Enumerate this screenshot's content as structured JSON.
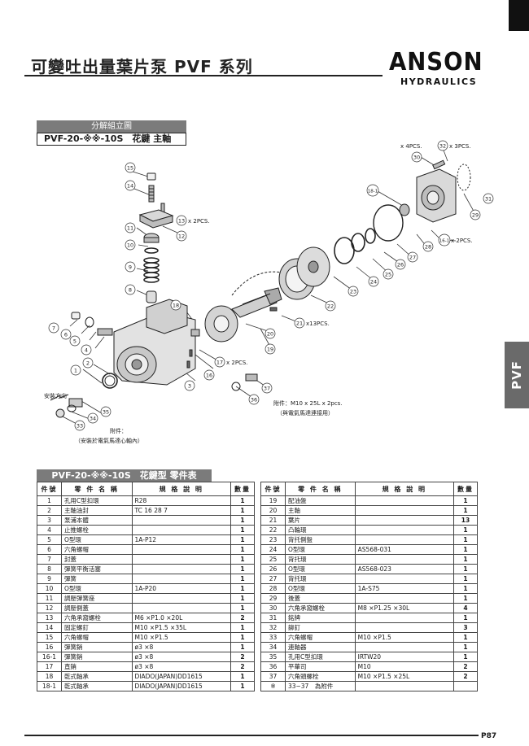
{
  "header": {
    "title": "可變吐出量葉片泵 PVF 系列",
    "brand": "ANSON",
    "brand_sub": "HYDRAULICS"
  },
  "side_tab": "PVF",
  "exploded": {
    "section_label": "分解組立圖",
    "model_label": "PVF-20-※※-10S　花鍵 主軸",
    "callouts": {
      "qty_4pcs": "x 4PCS.",
      "qty_3pcs": "x 3PCS.",
      "qty_2pcs_a": "x 2PCS.",
      "qty_2pcs_b": "x 2PCS.",
      "qty_2pcs_c": "x 2PCS.",
      "qty_13pcs": "x13PCS.",
      "install_dir": "安裝方向",
      "accessory_a": "附件：M10 x 25L x 2pcs.",
      "accessory_a_note": "（與電氣馬達連接用）",
      "accessory_b": "附件：",
      "accessory_b_note": "（安裝於電氣馬達心軸內）"
    },
    "numbers": [
      "15",
      "14",
      "13",
      "12",
      "11",
      "10",
      "9",
      "8",
      "18",
      "7",
      "6",
      "5",
      "4",
      "3",
      "2",
      "1",
      "16",
      "17",
      "19",
      "20",
      "21",
      "22",
      "23",
      "24",
      "25",
      "26",
      "27",
      "28",
      "29",
      "30",
      "31",
      "32",
      "16-1",
      "18-1",
      "35",
      "34",
      "33",
      "36",
      "37"
    ]
  },
  "table": {
    "label": "PVF-20-※※-10S　花鍵型 零件表",
    "headers": [
      "件號",
      "零 件 名 稱",
      "規 格 說 明",
      "數量"
    ],
    "left": [
      [
        "1",
        "孔用C型扣環",
        "R28",
        "1"
      ],
      [
        "2",
        "主軸油封",
        "TC 16 28 7",
        "1"
      ],
      [
        "3",
        "泵浦本體",
        "",
        "1"
      ],
      [
        "4",
        "止推螺栓",
        "",
        "1"
      ],
      [
        "5",
        "O型環",
        "1A-P12",
        "1"
      ],
      [
        "6",
        "六角螺帽",
        "",
        "1"
      ],
      [
        "7",
        "封蓋",
        "",
        "1"
      ],
      [
        "8",
        "彈簧平衡活塞",
        "",
        "1"
      ],
      [
        "9",
        "彈簧",
        "",
        "1"
      ],
      [
        "10",
        "O型環",
        "1A-P20",
        "1"
      ],
      [
        "11",
        "調壓彈簧座",
        "",
        "1"
      ],
      [
        "12",
        "調壓側蓋",
        "",
        "1"
      ],
      [
        "13",
        "六角承窩螺栓",
        "M6 ×P1.0 ×20L",
        "2"
      ],
      [
        "14",
        "固定螺釘",
        "M10 ×P1.5 ×35L",
        "1"
      ],
      [
        "15",
        "六角螺帽",
        "M10 ×P1.5",
        "1"
      ],
      [
        "16",
        "彈簧銷",
        "ø3 ×8",
        "1"
      ],
      [
        "16-1",
        "彈簧銷",
        "ø3 ×8",
        "2"
      ],
      [
        "17",
        "直銷",
        "ø3 ×8",
        "2"
      ],
      [
        "18",
        "乾式軸承",
        "DIADO(JAPAN)DD1615",
        "1"
      ],
      [
        "18-1",
        "乾式軸承",
        "DIADO(JAPAN)DD1615",
        "1"
      ]
    ],
    "right": [
      [
        "19",
        "配油盤",
        "",
        "1"
      ],
      [
        "20",
        "主軸",
        "",
        "1"
      ],
      [
        "21",
        "葉片",
        "",
        "13"
      ],
      [
        "22",
        "凸輪環",
        "",
        "1"
      ],
      [
        "23",
        "背托側盤",
        "",
        "1"
      ],
      [
        "24",
        "O型環",
        "AS568-031",
        "1"
      ],
      [
        "25",
        "背托環",
        "",
        "1"
      ],
      [
        "26",
        "O型環",
        "AS568-023",
        "1"
      ],
      [
        "27",
        "背托環",
        "",
        "1"
      ],
      [
        "28",
        "O型環",
        "1A-S75",
        "1"
      ],
      [
        "29",
        "後蓋",
        "",
        "1"
      ],
      [
        "30",
        "六角承窩螺栓",
        "M8 ×P1.25 ×30L",
        "4"
      ],
      [
        "31",
        "銘牌",
        "",
        "1"
      ],
      [
        "32",
        "鉚釘",
        "",
        "3"
      ],
      [
        "33",
        "六角螺帽",
        "M10 ×P1.5",
        "1"
      ],
      [
        "34",
        "連軸器",
        "",
        "1"
      ],
      [
        "35",
        "孔用C型扣環",
        "IRTW20",
        "1"
      ],
      [
        "36",
        "平華司",
        "M10",
        "2"
      ],
      [
        "37",
        "六角頭螺栓",
        "M10 ×P1.5 ×25L",
        "2"
      ],
      [
        "※",
        "33~37　為附件",
        "",
        ""
      ]
    ]
  },
  "footer": {
    "page": "P87"
  },
  "colors": {
    "accent_gray": "#7b7b7b",
    "ink": "#1a1a1a"
  }
}
